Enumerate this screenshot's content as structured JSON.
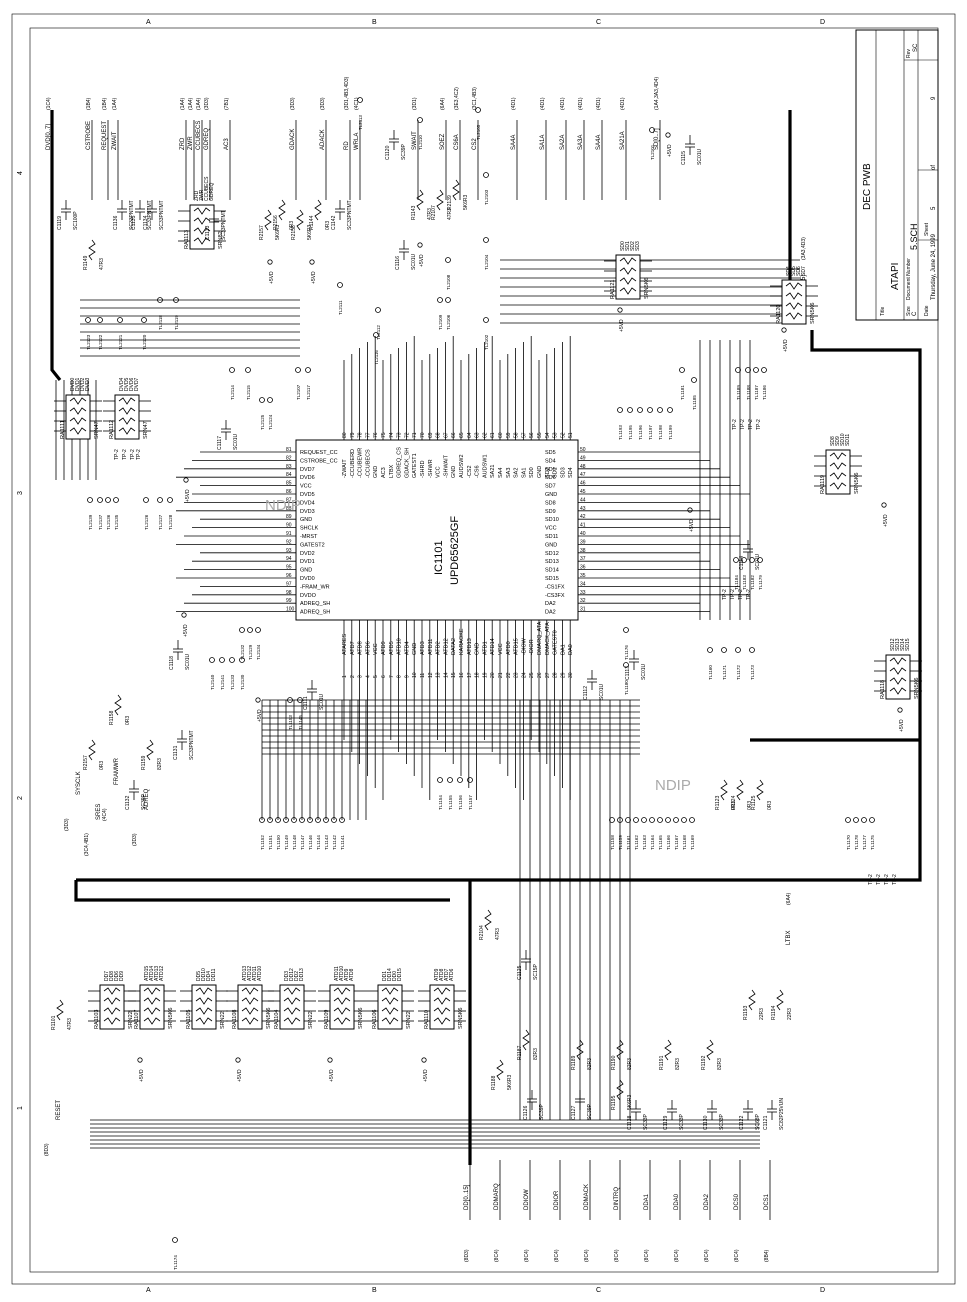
{
  "title_block": {
    "company": "DEC PWB",
    "title_label": "Title",
    "title": "ATAPI",
    "size_label": "Size",
    "size": "C",
    "doc_label": "Document Number",
    "doc_number": "5.SCH",
    "rev_label": "Rev",
    "rev": "SC",
    "date_label": "Date",
    "date": "Thursday, June 24, 1999",
    "sheet_label": "Sheet",
    "sheet": "5",
    "of_label": "of",
    "total_sheets": "9"
  },
  "ic": {
    "ref": "IC1101",
    "part": "UPD65625GF"
  },
  "watermark": "NDIP",
  "left_pins": [
    {
      "n": "81",
      "name": "REQUEST_CC"
    },
    {
      "n": "82",
      "name": "CSTROBE_CC"
    },
    {
      "n": "83",
      "name": "DVD7"
    },
    {
      "n": "84",
      "name": "DVD6"
    },
    {
      "n": "85",
      "name": "VCC"
    },
    {
      "n": "86",
      "name": "DVD5"
    },
    {
      "n": "87",
      "name": "DVD4"
    },
    {
      "n": "88",
      "name": "DVD3"
    },
    {
      "n": "89",
      "name": "GND"
    },
    {
      "n": "90",
      "name": "SHCLK"
    },
    {
      "n": "91",
      "name": "-MRST"
    },
    {
      "n": "92",
      "name": "GATEST2"
    },
    {
      "n": "93",
      "name": "DVD2"
    },
    {
      "n": "94",
      "name": "DVD1"
    },
    {
      "n": "95",
      "name": "GND"
    },
    {
      "n": "96",
      "name": "DVD0"
    },
    {
      "n": "97",
      "name": "-FRAM_WR"
    },
    {
      "n": "98",
      "name": "DVDO"
    },
    {
      "n": "99",
      "name": "ADREQ_SH"
    },
    {
      "n": "100",
      "name": "ADREQ_SH"
    }
  ],
  "top_pins": [
    {
      "n": "80",
      "name": "-ZWAIT"
    },
    {
      "n": "79",
      "name": "-CCUBERD"
    },
    {
      "n": "78",
      "name": "-CCUBEWR"
    },
    {
      "n": "77",
      "name": "-CCUBECS"
    },
    {
      "n": "76",
      "name": "GND"
    },
    {
      "n": "75",
      "name": "AC3"
    },
    {
      "n": "74",
      "name": "LTBX"
    },
    {
      "n": "73",
      "name": "GDREQ_CS"
    },
    {
      "n": "72",
      "name": "GDACK_SH"
    },
    {
      "n": "71",
      "name": "GATEST1"
    },
    {
      "n": "70",
      "name": "-SHRD"
    },
    {
      "n": "69",
      "name": "-SHWR"
    },
    {
      "n": "68",
      "name": "VCC"
    },
    {
      "n": "67",
      "name": "-SHWAIT"
    },
    {
      "n": "66",
      "name": "GND"
    },
    {
      "n": "65",
      "name": "AUDSW2"
    },
    {
      "n": "64",
      "name": "-CS2"
    },
    {
      "n": "63",
      "name": "-CS6"
    },
    {
      "n": "62",
      "name": "AUDSW1"
    },
    {
      "n": "61",
      "name": "SA21"
    },
    {
      "n": "60",
      "name": "SA4"
    },
    {
      "n": "59",
      "name": "SA3"
    },
    {
      "n": "58",
      "name": "SA2"
    },
    {
      "n": "57",
      "name": "SA1"
    },
    {
      "n": "56",
      "name": "SD0"
    },
    {
      "n": "55",
      "name": "GND"
    },
    {
      "n": "54",
      "name": "SD2"
    },
    {
      "n": "53",
      "name": "SD1"
    },
    {
      "n": "52",
      "name": "SD3"
    },
    {
      "n": "51",
      "name": "SD4"
    }
  ],
  "right_pins": [
    {
      "n": "50",
      "name": "SD5"
    },
    {
      "n": "49",
      "name": "SD4"
    },
    {
      "n": "48",
      "name": "SD5"
    },
    {
      "n": "47",
      "name": "SD6"
    },
    {
      "n": "46",
      "name": "SD7"
    },
    {
      "n": "45",
      "name": "GND"
    },
    {
      "n": "44",
      "name": "SD8"
    },
    {
      "n": "43",
      "name": "SD9"
    },
    {
      "n": "42",
      "name": "SD10"
    },
    {
      "n": "41",
      "name": "VCC"
    },
    {
      "n": "40",
      "name": "SD11"
    },
    {
      "n": "39",
      "name": "GND"
    },
    {
      "n": "38",
      "name": "SD12"
    },
    {
      "n": "37",
      "name": "SD13"
    },
    {
      "n": "36",
      "name": "SD14"
    },
    {
      "n": "35",
      "name": "SD15"
    },
    {
      "n": "34",
      "name": "-CS1FX"
    },
    {
      "n": "33",
      "name": "-CS3FX"
    },
    {
      "n": "32",
      "name": "DA2"
    },
    {
      "n": "31",
      "name": "DA2"
    }
  ],
  "bottom_pins": [
    {
      "n": "1",
      "name": "ATARES"
    },
    {
      "n": "2",
      "name": "ATD7"
    },
    {
      "n": "3",
      "name": "ATD8"
    },
    {
      "n": "4",
      "name": "ATD6"
    },
    {
      "n": "5",
      "name": "VCC"
    },
    {
      "n": "6",
      "name": "ATD9"
    },
    {
      "n": "7",
      "name": "ATD5"
    },
    {
      "n": "8",
      "name": "ATD10"
    },
    {
      "n": "9",
      "name": "ATD4"
    },
    {
      "n": "10",
      "name": "GND"
    },
    {
      "n": "11",
      "name": "ATD3"
    },
    {
      "n": "12",
      "name": "ATD11"
    },
    {
      "n": "13",
      "name": "ATD2"
    },
    {
      "n": "14",
      "name": "ATD12"
    },
    {
      "n": "15",
      "name": "DATA2"
    },
    {
      "n": "16",
      "name": "KARAOKE"
    },
    {
      "n": "17",
      "name": "ATD13"
    },
    {
      "n": "18",
      "name": "GND"
    },
    {
      "n": "19",
      "name": "ATD1"
    },
    {
      "n": "20",
      "name": "ATD14"
    },
    {
      "n": "21",
      "name": "VCC"
    },
    {
      "n": "22",
      "name": "ATD0"
    },
    {
      "n": "23",
      "name": "ATD15"
    },
    {
      "n": "24",
      "name": "-DIOW"
    },
    {
      "n": "25",
      "name": "-DIOR"
    },
    {
      "n": "26",
      "name": "DMARQ_ATA"
    },
    {
      "n": "27",
      "name": "DMACK_ATA"
    },
    {
      "n": "28",
      "name": "GATEST0"
    },
    {
      "n": "29",
      "name": "DA1"
    },
    {
      "n": "30",
      "name": "DA0"
    }
  ],
  "top_signals": [
    {
      "label": "DVD[0..7]",
      "ref": "(1C4)"
    },
    {
      "label": "CSTROBE",
      "ref": "(1B4)"
    },
    {
      "label": "REQUEST",
      "ref": "(1B4)"
    },
    {
      "label": "ZWAIT",
      "ref": "(1A4)"
    },
    {
      "label": "ZRD",
      "ref": "(1A4)"
    },
    {
      "label": "ZWR",
      "ref": "(1A4)"
    },
    {
      "label": "CCUBECS",
      "ref": "(1A4)"
    },
    {
      "label": "GDREQ",
      "ref": "(3D3)"
    },
    {
      "label": "AC3",
      "ref": "(7B1)"
    },
    {
      "label": "GDACK",
      "ref": "(3D3)"
    },
    {
      "label": "ADACK",
      "ref": "(3D3)"
    },
    {
      "label": "RD",
      "ref": "(3D1,4B3,4D3)"
    },
    {
      "label": "WRLA",
      "ref": "(4C1)"
    },
    {
      "label": "SWAIT",
      "ref": "(3D1)"
    },
    {
      "label": "SOEZ",
      "ref": "(6A4)"
    },
    {
      "label": "CS6A",
      "ref": "(3E3,4C2)"
    },
    {
      "label": "CS2",
      "ref": "(3C1,4B3)"
    },
    {
      "label": "SA4A",
      "ref": "(4D1)"
    },
    {
      "label": "SA1A",
      "ref": "(4D1)"
    },
    {
      "label": "SA2A",
      "ref": "(4D1)"
    },
    {
      "label": "SA3A",
      "ref": "(4D1)"
    },
    {
      "label": "SA4A",
      "ref": "(4D1)"
    },
    {
      "label": "SA21A",
      "ref": "(4D1)"
    },
    {
      "label": "SD[0..7]",
      "ref": "(1A4,3A3,4D4)"
    }
  ],
  "left_signals": [
    {
      "label": "SYSCLK",
      "ref": "(3D3)"
    },
    {
      "label": "SRES",
      "ref": "(3C4,4B1)"
    },
    {
      "label": "FRAMWR",
      "ref": "(4C4)"
    },
    {
      "label": "ADREQ",
      "ref": "(3D3)"
    },
    {
      "label": "RESET",
      "ref": "(8D3)"
    }
  ],
  "bottom_signals": [
    {
      "label": "DD[0..15]",
      "ref": "(8D3)"
    },
    {
      "label": "DDMARQ",
      "ref": "(8C4)"
    },
    {
      "label": "DDIOW",
      "ref": "(8C4)"
    },
    {
      "label": "DDIOR",
      "ref": "(8C4)"
    },
    {
      "label": "DDMACK",
      "ref": "(8C4)"
    },
    {
      "label": "DINTRQ",
      "ref": "(8C4)"
    },
    {
      "label": "DDA1",
      "ref": "(8C4)"
    },
    {
      "label": "DDA0",
      "ref": "(8C4)"
    },
    {
      "label": "DDA2",
      "ref": "(8C4)"
    },
    {
      "label": "DCS0",
      "ref": "(8C4)"
    },
    {
      "label": "DCS1",
      "ref": "(8B4)"
    }
  ],
  "right_signals": [
    {
      "label": "SD[8..15]",
      "ref": "(3A3,4D3)"
    },
    {
      "label": "LTBX",
      "ref": "(6A4)"
    }
  ],
  "resistor_arrays": [
    {
      "ref": "RA1111",
      "part": "SRN47",
      "nets": [
        "DVD0",
        "DVD1",
        "DVD2",
        "DVD3"
      ]
    },
    {
      "ref": "RA1112",
      "part": "SRN47",
      "nets": [
        "DVD4",
        "DVD5",
        "DVD6",
        "DVD7"
      ]
    },
    {
      "ref": "RA1113",
      "part": "SRN82",
      "nets": [
        "ZRD",
        "ZWR",
        "CCUBECS",
        "GDREQ"
      ]
    },
    {
      "ref": "RA1121",
      "part": "SRN5K6",
      "nets": [
        "SD0",
        "SD1",
        "SD2",
        "SD3"
      ]
    },
    {
      "ref": "RA1120",
      "part": "SRN5K6",
      "nets": [
        "SD4",
        "SD5",
        "SD6",
        "SD7"
      ]
    },
    {
      "ref": "RA1119",
      "part": "SRN5K6",
      "nets": [
        "SD8",
        "SD9",
        "SD10",
        "SD11"
      ]
    },
    {
      "ref": "RA1118",
      "part": "SRN5K6",
      "nets": [
        "SD12",
        "SD13",
        "SD14",
        "SD15"
      ]
    },
    {
      "ref": "RA1107",
      "part": "SRN5K6",
      "nets": [
        "ATD15",
        "ATD14",
        "ATD13",
        "ATD12"
      ]
    },
    {
      "ref": "RA1108",
      "part": "SRN5K6",
      "nets": [
        "ATD13",
        "ATD12",
        "ATD11",
        "ATD10"
      ]
    },
    {
      "ref": "RA1109",
      "part": "SRN5K6",
      "nets": [
        "ATD11",
        "ATD10",
        "ATD9",
        "ATD8"
      ]
    },
    {
      "ref": "RA1110",
      "part": "SRN5K6",
      "nets": [
        "ATD9",
        "ATD8",
        "ATD7",
        "ATD6"
      ]
    },
    {
      "ref": "RA1103",
      "part": "SRN22",
      "nets": [
        "DD7",
        "DD8",
        "DD6",
        "DD9"
      ]
    },
    {
      "ref": "RA1105",
      "part": "SRN22",
      "nets": [
        "DD5",
        "DD10",
        "DD4",
        "DD11"
      ]
    },
    {
      "ref": "RA1104",
      "part": "SRN22",
      "nets": [
        "DD3",
        "DD12",
        "DD2",
        "DD13"
      ]
    },
    {
      "ref": "RA1106",
      "part": "SRN22",
      "nets": [
        "DD1",
        "DD14",
        "DD0",
        "DD15"
      ]
    }
  ],
  "discretes": [
    {
      "ref": "C1119",
      "val": "SC100P"
    },
    {
      "ref": "R1149",
      "val": "47R3"
    },
    {
      "ref": "C1136",
      "val": "SC33PNTMT"
    },
    {
      "ref": "C1135",
      "val": "SC33PNTMT"
    },
    {
      "ref": "C1134",
      "val": "SC33PNTMT"
    },
    {
      "ref": "C1133",
      "val": "SC33PNTMT"
    },
    {
      "ref": "R2157",
      "val": "5K6R3"
    },
    {
      "ref": "R2156",
      "val": "0R3"
    },
    {
      "ref": "R2158",
      "val": "5K6R3"
    },
    {
      "ref": "R1144",
      "val": "0R3"
    },
    {
      "ref": "C1142",
      "val": "SC33PNTMT"
    },
    {
      "ref": "C1120",
      "val": "SC39P"
    },
    {
      "ref": "R1143",
      "val": "47R3"
    },
    {
      "ref": "R2107",
      "val": "47R3"
    },
    {
      "ref": "R2139",
      "val": "5K6R3"
    },
    {
      "ref": "C1116",
      "val": "SC01U"
    },
    {
      "ref": "C1115",
      "val": "SC01U"
    },
    {
      "ref": "C1117",
      "val": "SC01U"
    },
    {
      "ref": "C1118",
      "val": "SC01U"
    },
    {
      "ref": "C1111",
      "val": "SC01U"
    },
    {
      "ref": "C1114",
      "val": "SC01U"
    },
    {
      "ref": "C1113",
      "val": "SC01U"
    },
    {
      "ref": "C1112",
      "val": "SC01U"
    },
    {
      "ref": "R1158",
      "val": "0R3"
    },
    {
      "ref": "R2157",
      "val": "0R3"
    },
    {
      "ref": "R1159",
      "val": "82R3"
    },
    {
      "ref": "C1132",
      "val": "SC39P"
    },
    {
      "ref": "C1131",
      "val": "SC33PNTMT"
    },
    {
      "ref": "R1101",
      "val": "47R3"
    },
    {
      "ref": "R2104",
      "val": "47R3"
    },
    {
      "ref": "C1125",
      "val": "SC15P"
    },
    {
      "ref": "R1188",
      "val": "5K6R3"
    },
    {
      "ref": "R1187",
      "val": "82R3"
    },
    {
      "ref": "R1189",
      "val": "82R3"
    },
    {
      "ref": "R1190",
      "val": "82R3"
    },
    {
      "ref": "R1191",
      "val": "82R3"
    },
    {
      "ref": "R1192",
      "val": "82R3"
    },
    {
      "ref": "R1193",
      "val": "22R3"
    },
    {
      "ref": "R1194",
      "val": "22R3"
    },
    {
      "ref": "C1126",
      "val": "SC39P"
    },
    {
      "ref": "C1127",
      "val": "SC39P"
    },
    {
      "ref": "C1128",
      "val": "SC33P"
    },
    {
      "ref": "C1129",
      "val": "SC33P"
    },
    {
      "ref": "C1130",
      "val": "SC33P"
    },
    {
      "ref": "C1122",
      "val": "SC68P"
    },
    {
      "ref": "C1121",
      "val": "SC82P25VUN"
    },
    {
      "ref": "R1195",
      "val": "5K6R3"
    },
    {
      "ref": "R1123",
      "val": "0R3"
    },
    {
      "ref": "R1124",
      "val": "0R3"
    },
    {
      "ref": "R1125",
      "val": "0R3"
    }
  ],
  "test_points": [
    "TL2123",
    "TL2122",
    "TL2121",
    "TL2120",
    "TL2118",
    "TL2119",
    "TL2114",
    "TL2115",
    "TL2125",
    "TL2124",
    "TL2126",
    "TL2127",
    "TL2128",
    "TL2139",
    "TL2137",
    "TL2136",
    "TL2135",
    "TL2111",
    "TL2116",
    "TL2112",
    "TL2113",
    "TL2110",
    "TL2105",
    "TL2103",
    "TL2104",
    "TL2102",
    "TL2101",
    "TL2117",
    "TL2107",
    "TL2109",
    "TL2106",
    "TL2108",
    "TL1181",
    "TL1185",
    "TL1193",
    "TL1195",
    "TL1196",
    "TL1197",
    "TL1198",
    "TL1199",
    "TL1189",
    "TL1188",
    "TL1187",
    "TL1186",
    "TL1184",
    "TL1183",
    "TL1182",
    "TL1179",
    "TL1176",
    "TL1180",
    "TL1160",
    "TL1171",
    "TL1172",
    "TL1173",
    "TL2140",
    "TL2141",
    "TL2133",
    "TL2130",
    "TL2129",
    "TL2132",
    "TL2134",
    "TL1153",
    "TL1145",
    "TL1152",
    "TL1151",
    "TL1150",
    "TL1149",
    "TL1148",
    "TL1147",
    "TL1146",
    "TL1144",
    "TL1143",
    "TL1142",
    "TL1141",
    "TL1154",
    "TL1155",
    "TL1156",
    "TL1157",
    "TL1158",
    "TL1159",
    "TL1161",
    "TL1162",
    "TL1163",
    "TL1164",
    "TL1165",
    "TL1166",
    "TL1167",
    "TL1168",
    "TL1169",
    "TL1170",
    "TL1178",
    "TL1177",
    "TL1175",
    "TL1174"
  ],
  "power_labels": [
    "+5VD",
    "TP-2"
  ],
  "grid": {
    "cols": [
      "4",
      "3",
      "2",
      "1"
    ],
    "rows": [
      "A",
      "B",
      "C",
      "D"
    ]
  }
}
